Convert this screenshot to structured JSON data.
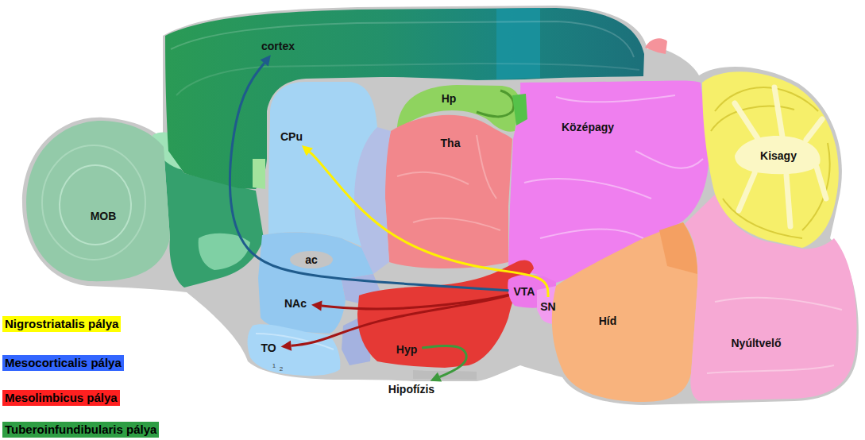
{
  "diagram": {
    "nodes": [
      {
        "text": [
          "cortex"
        ]
      },
      {
        "text": [
          "Hp"
        ]
      },
      {
        "text": [
          "Középagy"
        ]
      },
      {
        "text": [
          "Kisagy"
        ]
      },
      {
        "text": [
          "MOB"
        ]
      },
      {
        "text": [
          "CPu"
        ]
      },
      {
        "text": [
          "Tha"
        ]
      },
      {
        "text": [
          "ac"
        ]
      },
      {
        "text": [
          "NAc"
        ]
      },
      {
        "text": [
          "VTA"
        ]
      },
      {
        "text": [
          "SN"
        ]
      },
      {
        "text": [
          "Hyp"
        ]
      },
      {
        "text": [
          "Híd"
        ]
      },
      {
        "text": [
          "Nyúltvelő"
        ]
      },
      {
        "text": [
          "TO"
        ]
      },
      {
        "text": [
          "Hipofízis"
        ]
      }
    ],
    "edges": [
      {
        "from": 9,
        "to": 0,
        "arrow": "to"
      },
      {
        "from": 10,
        "to": 5,
        "arrow": "to"
      },
      {
        "from": 9,
        "to": 8,
        "arrow": "to"
      },
      {
        "from": 9,
        "to": 14,
        "arrow": "to"
      },
      {
        "from": 11,
        "to": 15,
        "arrow": "to"
      }
    ],
    "labels": [
      "1",
      "2"
    ],
    "legend": [
      {
        "text": "Nigrostriatalis pálya",
        "color": "#ffff00"
      },
      {
        "text": "Mesocorticalis pálya",
        "color": "#3366ff"
      },
      {
        "text": "Mesolimbicus pálya",
        "color": "#ff2020"
      },
      {
        "text": "Tuberoinfundibularis pálya",
        "color": "#2e9e44"
      }
    ]
  }
}
